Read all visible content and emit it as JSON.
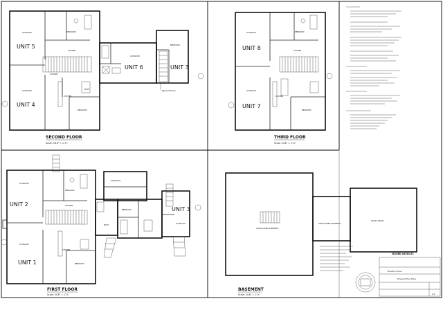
{
  "sheet": {
    "panels": {
      "second_floor": {
        "title": "SECOND FLOOR",
        "scale": "Scale: 3/16\" = 1'-0\"",
        "units": [
          "UNIT 5",
          "UNIT 4",
          "UNIT 6",
          "UNIT 3"
        ],
        "egress_note": "Egress Window"
      },
      "third_floor": {
        "title": "THIRD FLOOR",
        "scale": "Scale: 3/16\" = 1'-0\"",
        "units": [
          "UNIT 8",
          "UNIT 7"
        ]
      },
      "first_floor": {
        "title": "FIRST FLOOR",
        "scale": "Scale: 3/16\" = 1'-0\"",
        "units": [
          "UNIT 2",
          "UNIT 1",
          "UNIT 3"
        ]
      },
      "basement": {
        "title": "BASEMENT",
        "scale": "Scale: 3/16\" = 1'-0\"",
        "rooms": [
          "UNOCCUPIED BASEMENT",
          "UNOCCUPIED BASEMENT",
          "CRAWL SPACE"
        ]
      }
    },
    "room_labels": {
      "living": "LIVING RM",
      "bedroom": "BEDROOM",
      "kitchen": "KITCHEN",
      "bath": "BATH",
      "hallway": "HALLWAY",
      "stairhall": "STAIR HALL"
    },
    "issued": "ISSUED 06/30/21",
    "title_block": {
      "project": "McLellan House",
      "drawing": "Proposed Floor Plans",
      "sheet_no": "A-3"
    }
  }
}
